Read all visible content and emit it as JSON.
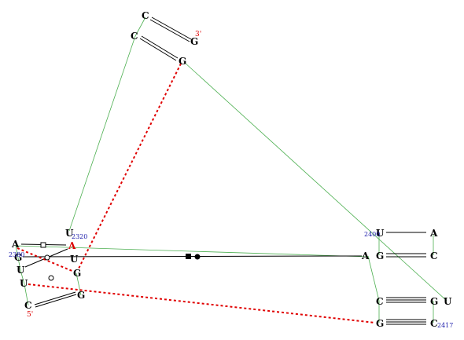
{
  "colors": {
    "backbone": "#4caf50",
    "pair": "#000000",
    "tertiary": "#e00000",
    "highlight": "#dd0000",
    "number": "#1a1aaa"
  },
  "strand_labels": {
    "five_prime": "5'",
    "three_prime": "3'"
  },
  "residues": {
    "C_top1": "C",
    "C_top2": "C",
    "G_top": "G",
    "U_2320": "U",
    "A_left": "A",
    "G_left": "G",
    "U_mid": "U",
    "U_left": "U",
    "A_red": "A",
    "G_mid": "G",
    "U_low": "U",
    "C_bottom": "C",
    "G_bottom": "G",
    "U_2400": "U",
    "A_rt_top": "A",
    "A_right": "A",
    "G_right": "G",
    "C_right": "C",
    "C_lower": "C",
    "G_lower": "G",
    "U_far": "U",
    "G_base": "G",
    "C_2417": "C"
  },
  "numbers": {
    "n2320": "2320",
    "n2400": "2400",
    "n2417": "2417",
    "n_left": "2380"
  }
}
